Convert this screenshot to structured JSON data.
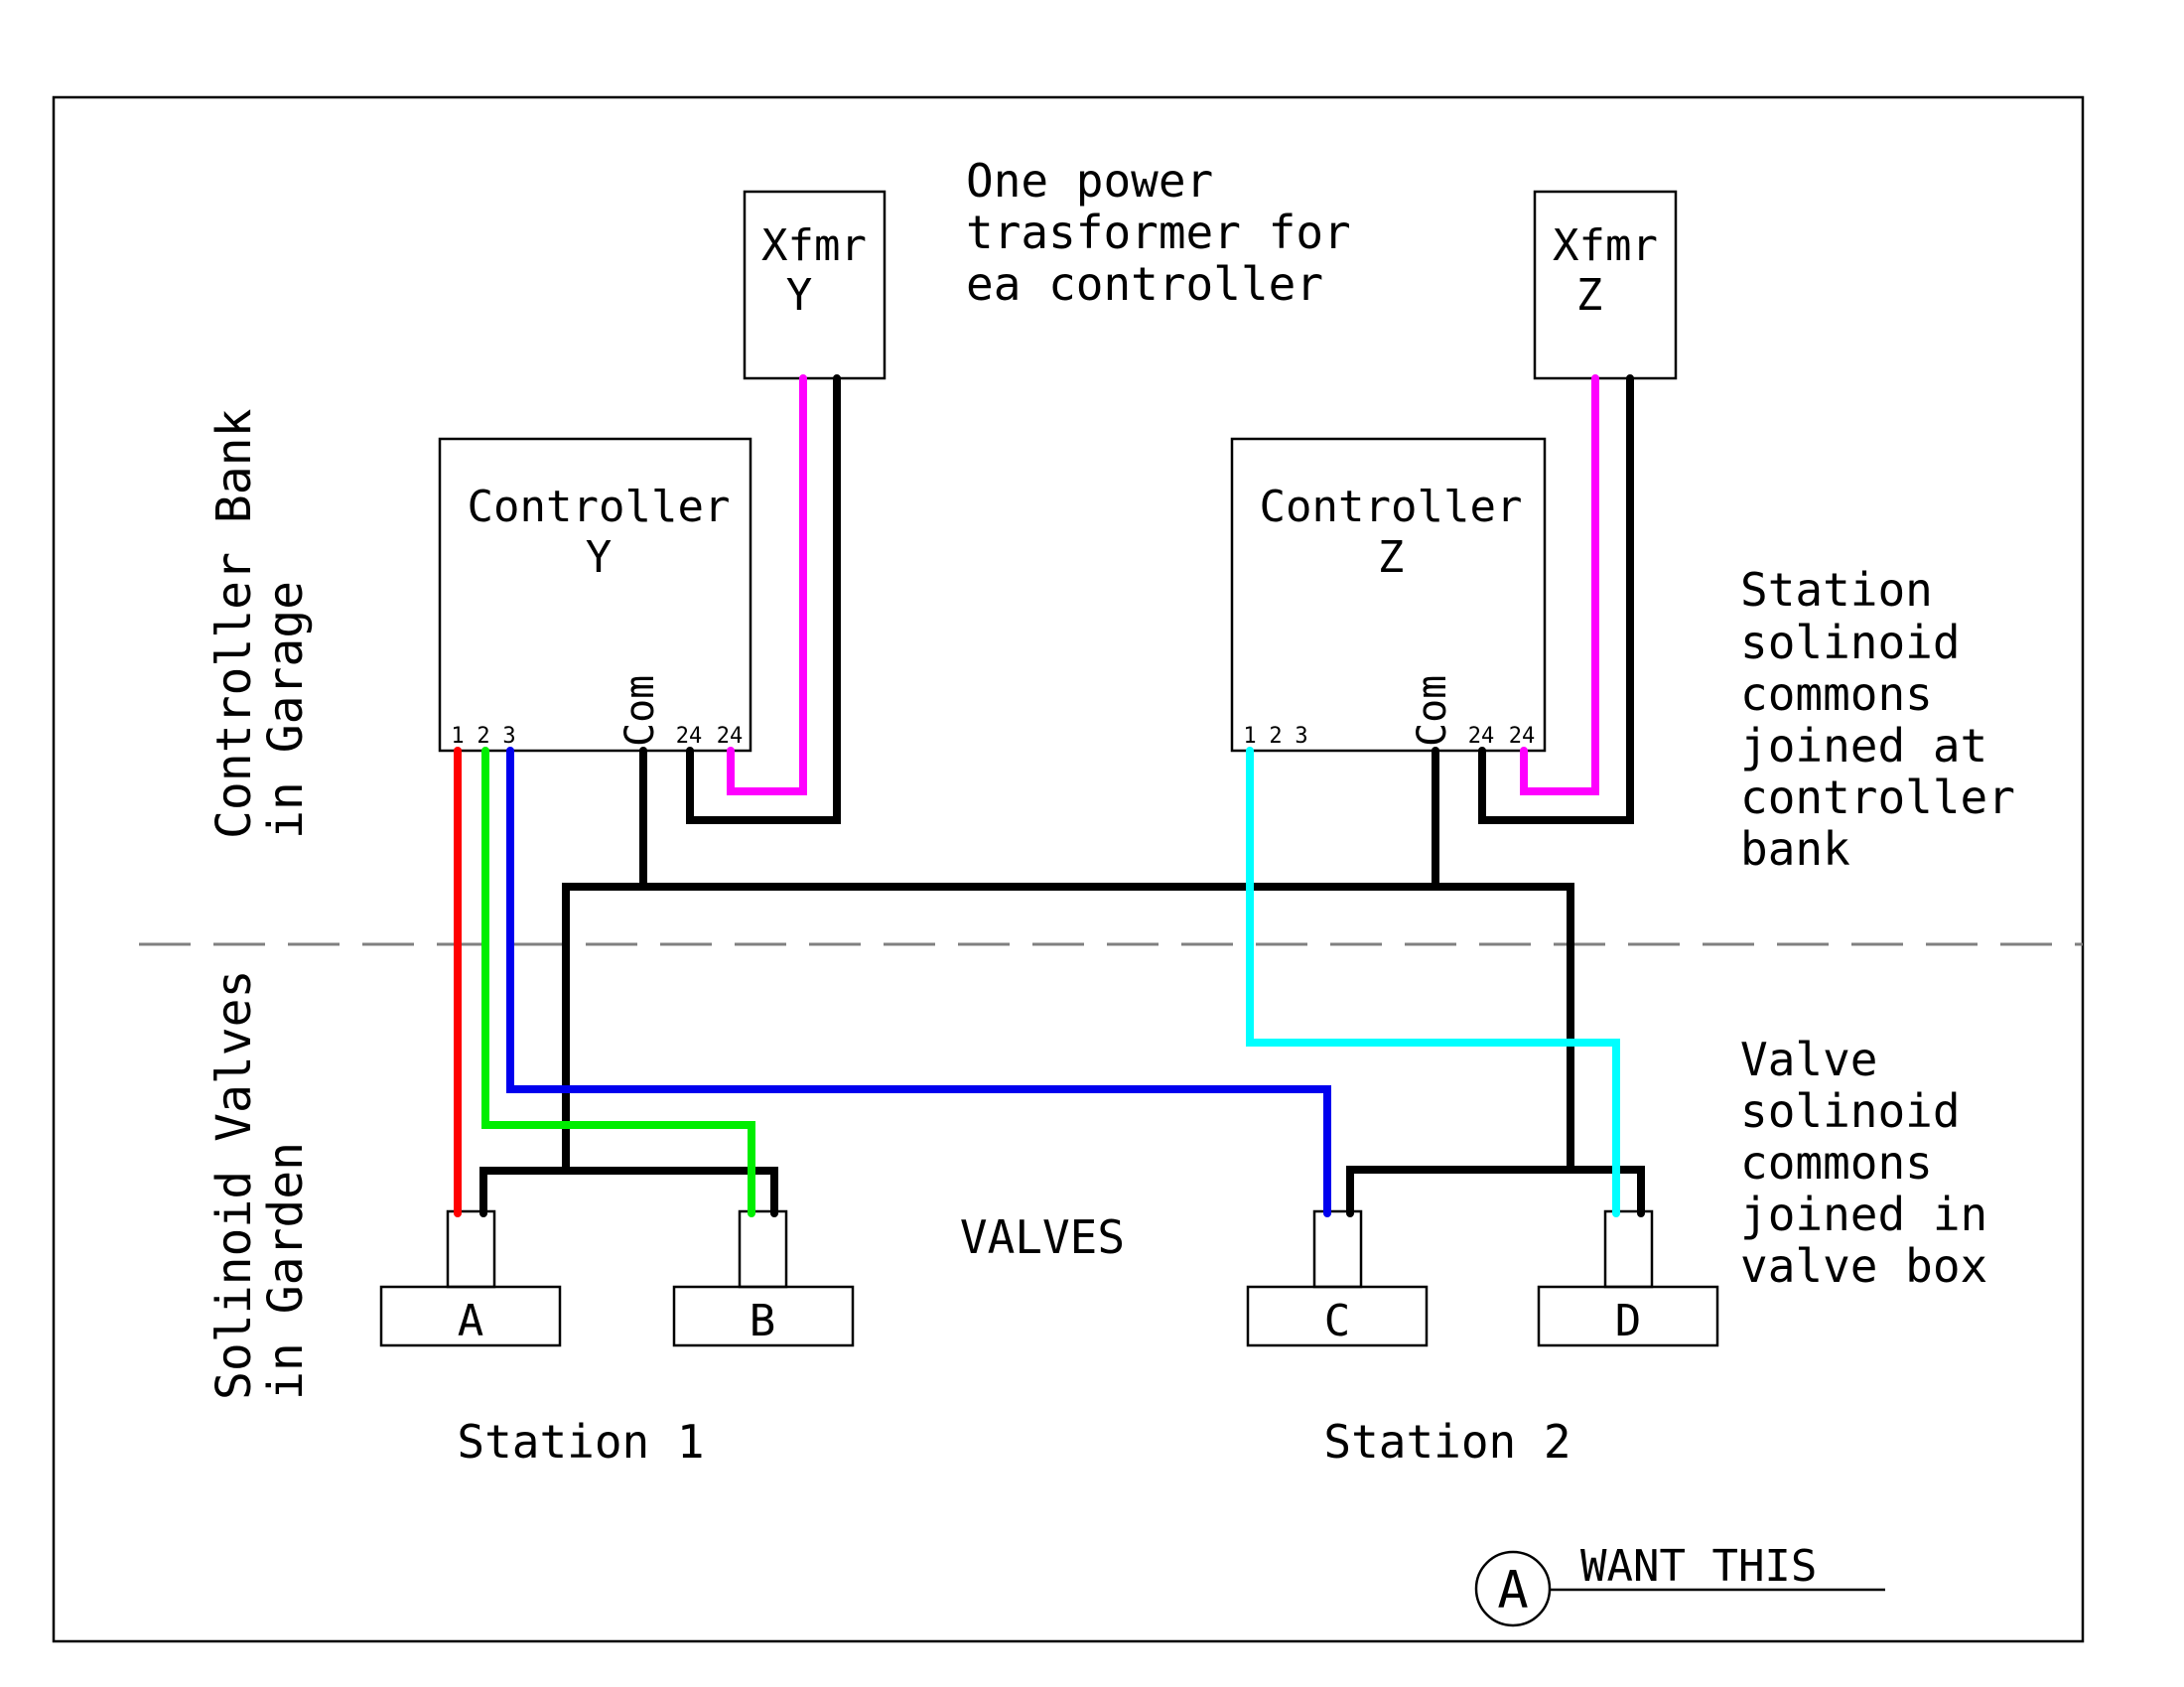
{
  "colors": {
    "station_1": "#ff0000",
    "station_2": "#00ee00",
    "station_3": "#0000ee",
    "station_z1": "#00ffff",
    "power_24v": "#ff00ff",
    "common": "#000000",
    "divider": "#808080"
  },
  "notes": {
    "transformer": [
      "One power",
      "trasformer for",
      "ea controller"
    ],
    "station_commons": [
      "Station",
      "solinoid",
      "commons",
      "joined at",
      "controller",
      "bank"
    ],
    "valve_commons": [
      "Valve",
      "solinoid",
      "commons",
      "joined in",
      "valve box"
    ]
  },
  "zones": {
    "garage": [
      "Controller Bank",
      "in Garage"
    ],
    "garden": [
      "Solinoid Valves",
      "in Garden"
    ]
  },
  "transformers": [
    {
      "id": "Y",
      "label_line1": "Xfmr",
      "label_line2": "Y"
    },
    {
      "id": "Z",
      "label_line1": "Xfmr",
      "label_line2": "Z"
    }
  ],
  "controllers": [
    {
      "id": "Y",
      "label_line1": "Controller",
      "label_line2": "Y",
      "terminals": [
        "1",
        "2",
        "3"
      ],
      "com_label": "Com",
      "power_terminals": [
        "24",
        "24"
      ]
    },
    {
      "id": "Z",
      "label_line1": "Controller",
      "label_line2": "Z",
      "terminals": [
        "1",
        "2",
        "3"
      ],
      "com_label": "Com",
      "power_terminals": [
        "24",
        "24"
      ]
    }
  ],
  "valves": {
    "heading": "VALVES",
    "items": [
      {
        "label": "A",
        "station": "Station 1",
        "wired_to": "Controller Y terminal 1"
      },
      {
        "label": "B",
        "station": "Station 1",
        "wired_to": "Controller Y terminal 2"
      },
      {
        "label": "C",
        "station": "Station 2",
        "wired_to": "Controller Y terminal 3"
      },
      {
        "label": "D",
        "station": "Station 2",
        "wired_to": "Controller Z terminal 1"
      }
    ]
  },
  "stations": [
    "Station 1",
    "Station 2"
  ],
  "detail_callout": {
    "letter": "A",
    "title": "WANT THIS"
  }
}
